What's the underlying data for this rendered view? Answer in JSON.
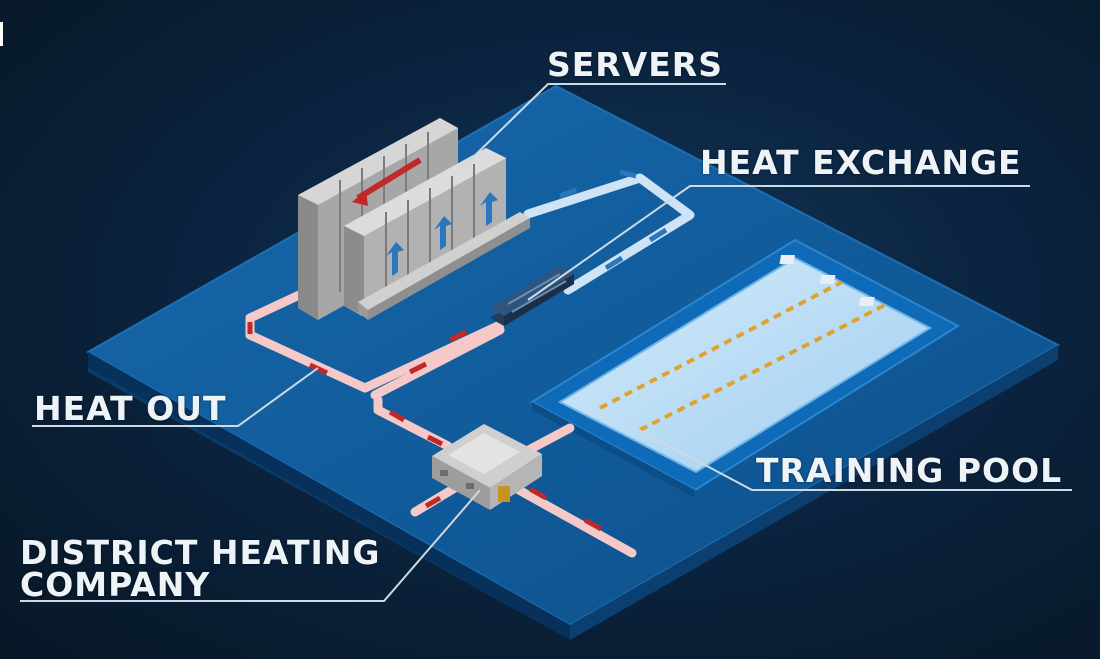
{
  "labels": {
    "servers": "SERVERS",
    "heat_exchange": "HEAT EXCHANGE",
    "heat_out": "HEAT OUT",
    "training_pool": "TRAINING POOL",
    "district_line1": "DISTRICT HEATING",
    "district_line2": "COMPANY"
  },
  "colors": {
    "hot_pipe": "#f4c9c8",
    "hot_arrow": "#c0282a",
    "cold_pipe": "#cfe3f7",
    "cold_arrow": "#2c76bd",
    "platform": "#0f5ea0",
    "pool_water": "#b9dcf4"
  }
}
